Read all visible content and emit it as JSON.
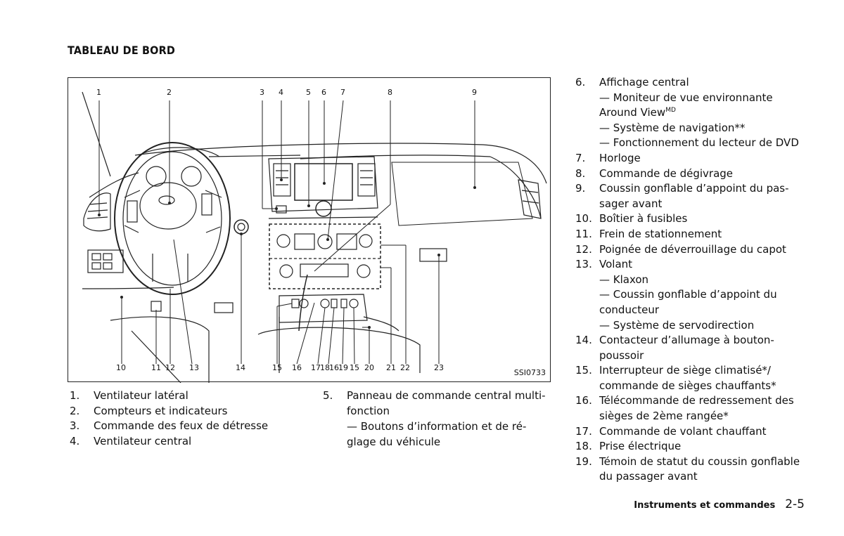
{
  "header": {
    "title": "TABLEAU DE BORD"
  },
  "figure": {
    "code": "SSI0733",
    "top_callouts": [
      "1",
      "2",
      "3",
      "4",
      "5",
      "6",
      "7",
      "8",
      "9"
    ],
    "bottom_callouts": [
      "10",
      "11",
      "12",
      "13",
      "14",
      "15",
      "16",
      "17",
      "18",
      "16",
      "19",
      "15",
      "20",
      "21",
      "22",
      "23"
    ]
  },
  "list_left_a": [
    {
      "num": "1.",
      "text": "Ventilateur latéral"
    },
    {
      "num": "2.",
      "text": "Compteurs et indicateurs"
    },
    {
      "num": "3.",
      "text": "Commande des feux de détresse"
    },
    {
      "num": "4.",
      "text": "Ventilateur central"
    }
  ],
  "list_left_b": {
    "num": "5.",
    "text": "Panneau de commande central multi-fonction",
    "line1": "Panneau de commande central multi-",
    "line2": "fonction",
    "sub": "— Boutons d’information et de ré-glage du véhicule",
    "sub1": "— Boutons d’information et de ré-",
    "sub2": "glage du véhicule"
  },
  "list_right": {
    "i6": {
      "num": "6.",
      "text": "Affichage central",
      "s1a": "— Moniteur de vue environnante",
      "s1b": "Around View",
      "s1sup": "MD",
      "s2": "— Système de navigation**",
      "s3": "— Fonctionnement du lecteur de DVD"
    },
    "i7": {
      "num": "7.",
      "text": "Horloge"
    },
    "i8": {
      "num": "8.",
      "text": "Commande de dégivrage"
    },
    "i9": {
      "num": "9.",
      "a": "Coussin gonflable d’appoint du pas-",
      "b": "sager avant"
    },
    "i10": {
      "num": "10.",
      "text": "Boîtier à fusibles"
    },
    "i11": {
      "num": "11.",
      "text": "Frein de stationnement"
    },
    "i12": {
      "num": "12.",
      "text": "Poignée de déverrouillage du capot"
    },
    "i13": {
      "num": "13.",
      "text": "Volant",
      "s1": "— Klaxon",
      "s2a": "— Coussin gonflable d’appoint du",
      "s2b": "conducteur",
      "s3": "— Système de servodirection"
    },
    "i14": {
      "num": "14.",
      "a": "Contacteur d’allumage à bouton-",
      "b": "poussoir"
    },
    "i15": {
      "num": "15.",
      "a": "Interrupteur de siège climatisé*/",
      "b": "commande de sièges chauffants*"
    },
    "i16": {
      "num": "16.",
      "a": "Télécommande de redressement des",
      "b": "sièges de 2ème rangée*"
    },
    "i17": {
      "num": "17.",
      "text": "Commande de volant chauffant"
    },
    "i18": {
      "num": "18.",
      "text": "Prise électrique"
    },
    "i19": {
      "num": "19.",
      "a": "Témoin de statut du coussin gonflable",
      "b": "du passager avant"
    }
  },
  "footer": {
    "section": "Instruments et commandes",
    "page": "2-5"
  }
}
